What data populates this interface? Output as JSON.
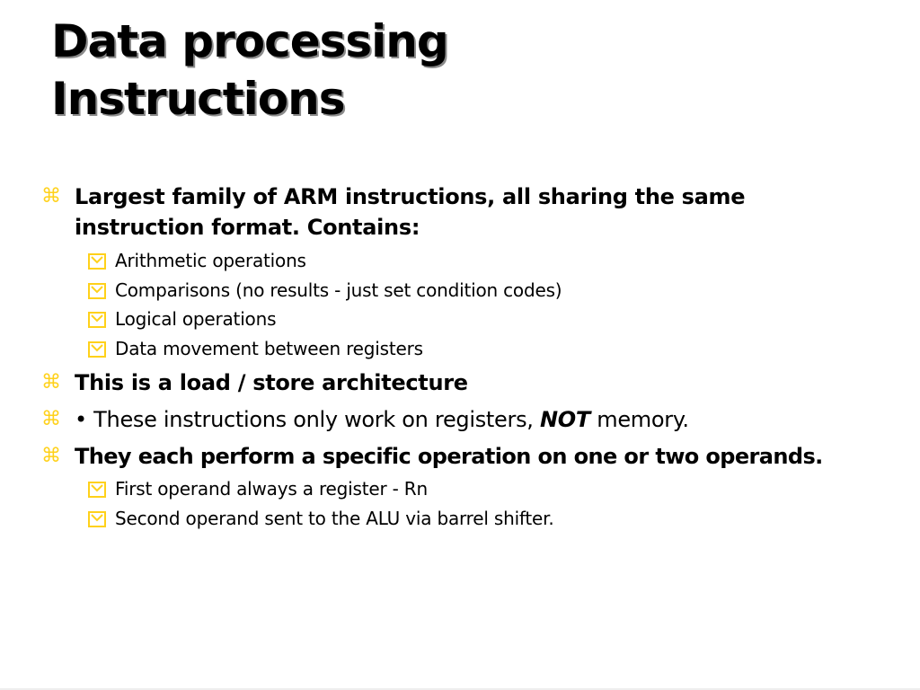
{
  "slide": {
    "title_line1": "Data processing",
    "title_line2": "Instructions"
  },
  "bullets": {
    "b1_line1": "Largest family of ARM instructions, all sharing the same",
    "b1_line2": "instruction format. Contains:",
    "sub1": [
      "Arithmetic operations",
      "Comparisons (no results - just set condition codes)",
      "Logical operations",
      "Data movement between registers"
    ],
    "b2": "This is a load / store architecture",
    "b3_prefix": "• These instructions only work on registers,",
    "b3_emphasis": "NOT",
    "b3_suffix": "memory.",
    "b4": "They each perform a specific operation on one or two operands.",
    "sub2": [
      "First operand always a register - Rn",
      "Second operand sent to the ALU via barrel shifter."
    ]
  },
  "icons": {
    "level1_glyph": "⌘",
    "level1_icon": "command-key-icon",
    "level2_icon": "checkbox-checked-icon"
  },
  "colors": {
    "marker_yellow": "#ffd11a",
    "text": "#000000",
    "background": "#ffffff",
    "title_shadow": "#8a8a8a"
  }
}
